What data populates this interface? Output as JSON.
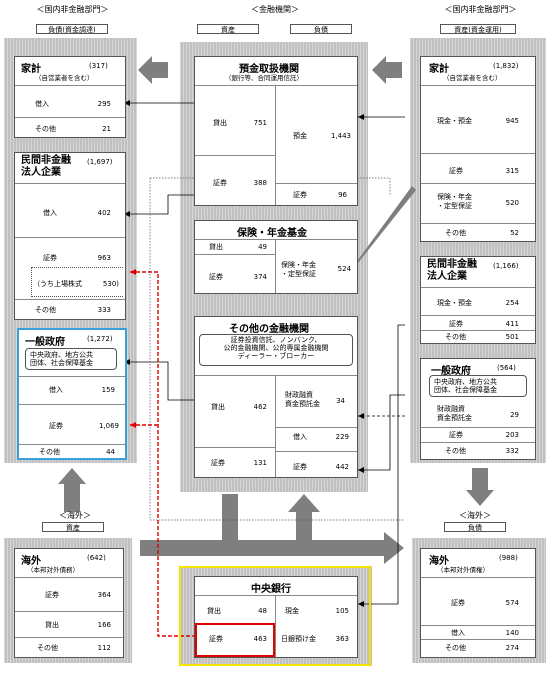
{
  "headers": {
    "domestic_nonfin_left": "＜国内非金融部門＞",
    "fin_institutions": "＜金融機関＞",
    "domestic_nonfin_right": "＜国内非金融部門＞",
    "liab_funding": "負債(資金調達)",
    "assets": "資産",
    "liabilities": "負債",
    "assets_investment": "資産(資金運用)",
    "overseas_left": "＜海外＞",
    "overseas_left_assets": "資産",
    "overseas_right": "＜海外＞",
    "overseas_right_liab": "負債"
  },
  "left": {
    "household": {
      "title": "家計",
      "total": "(317)",
      "sub": "（自営業者を含む）",
      "rows": [
        {
          "label": "借入",
          "value": "295"
        },
        {
          "label": "その他",
          "value": "21"
        }
      ]
    },
    "corp": {
      "title": "民間非金融\n法人企業",
      "total": "(1,697)",
      "rows": [
        {
          "label": "借入",
          "value": "402"
        },
        {
          "label": "証券",
          "value": "963"
        },
        {
          "label": "（うち上場株式",
          "value": "530)"
        },
        {
          "label": "その他",
          "value": "333"
        }
      ]
    },
    "gov": {
      "title": "一般政府",
      "total": "(1,272)",
      "sub": "中央政府、地方公共\n団体、社会保障基金",
      "rows": [
        {
          "label": "借入",
          "value": "159"
        },
        {
          "label": "証券",
          "value": "1,069"
        },
        {
          "label": "その他",
          "value": "44"
        }
      ]
    },
    "overseas": {
      "title": "海外",
      "total": "(642)",
      "sub": "（本邦対外債務）",
      "rows": [
        {
          "label": "証券",
          "value": "364"
        },
        {
          "label": "貸出",
          "value": "166"
        },
        {
          "label": "その他",
          "value": "112"
        }
      ]
    }
  },
  "center": {
    "deposit": {
      "title": "預金取扱機関",
      "sub": "（銀行等、合同運用信託）",
      "assets": [
        {
          "label": "貸出",
          "value": "751"
        },
        {
          "label": "証券",
          "value": "388"
        }
      ],
      "liabs": [
        {
          "label": "預金",
          "value": "1,443"
        },
        {
          "label": "証券",
          "value": "96"
        }
      ]
    },
    "insurance": {
      "title": "保険・年金基金",
      "assets": [
        {
          "label": "貸出",
          "value": "49"
        },
        {
          "label": "証券",
          "value": "374"
        }
      ],
      "liabs": [
        {
          "label": "保険・年金\n・定型保証",
          "value": "524"
        }
      ]
    },
    "other": {
      "title": "その他の金融機関",
      "sub": "証券投資信託、ノンバンク、\n公的金融機関、公的専属金融機関\nディーラー・ブローカー",
      "assets": [
        {
          "label": "貸出",
          "value": "462"
        },
        {
          "label": "証券",
          "value": "131"
        }
      ],
      "liabs": [
        {
          "label": "財政融資\n資金預託金",
          "value": "34"
        },
        {
          "label": "借入",
          "value": "229"
        },
        {
          "label": "証券",
          "value": "442"
        }
      ]
    },
    "central": {
      "title": "中央銀行",
      "assets": [
        {
          "label": "貸出",
          "value": "48"
        },
        {
          "label": "証券",
          "value": "463"
        }
      ],
      "liabs": [
        {
          "label": "現金",
          "value": "105"
        },
        {
          "label": "日銀預け金",
          "value": "363"
        }
      ]
    }
  },
  "right": {
    "household": {
      "title": "家計",
      "total": "(1,832)",
      "sub": "（自営業者を含む）",
      "rows": [
        {
          "label": "現金・預金",
          "value": "945"
        },
        {
          "label": "証券",
          "value": "315"
        },
        {
          "label": "保険・年金\n・定型保証",
          "value": "520"
        },
        {
          "label": "その他",
          "value": "52"
        }
      ]
    },
    "corp": {
      "title": "民間非金融\n法人企業",
      "total": "(1,166)",
      "rows": [
        {
          "label": "現金・預金",
          "value": "254"
        },
        {
          "label": "証券",
          "value": "411"
        },
        {
          "label": "その他",
          "value": "501"
        }
      ]
    },
    "gov": {
      "title": "一般政府",
      "total": "(564)",
      "sub": "中央政府、地方公共\n団体、社会保障基金",
      "rows": [
        {
          "label": "財政融資\n資金預託金",
          "value": "29"
        },
        {
          "label": "証券",
          "value": "203"
        },
        {
          "label": "その他",
          "value": "332"
        }
      ]
    },
    "overseas": {
      "title": "海外",
      "total": "(988)",
      "sub": "（本邦対外債権）",
      "rows": [
        {
          "label": "証券",
          "value": "574"
        },
        {
          "label": "借入",
          "value": "140"
        },
        {
          "label": "その他",
          "value": "274"
        }
      ]
    }
  },
  "colors": {
    "section_gray": "#c0c0c0",
    "gov_border": "#3aa0d8",
    "central_border": "#f2e600",
    "highlight_red": "#e00000",
    "arrow_gray": "#7f7f7f"
  }
}
